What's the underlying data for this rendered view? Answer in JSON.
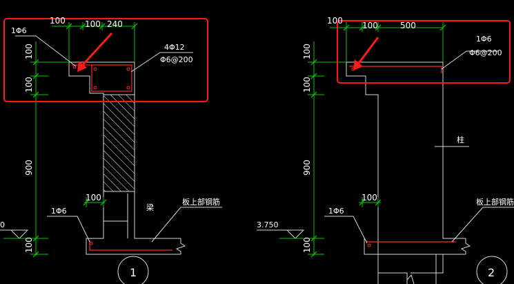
{
  "colors": {
    "background": "#000000",
    "outline": "#d9d9d9",
    "dimension": "#00cc00",
    "rebar": "#ff2a2a",
    "highlight_box": "#ff1a1a",
    "text": "#ffffff"
  },
  "left_detail": {
    "dims_top": {
      "d100a": "100",
      "d100b": "100",
      "d240": "240"
    },
    "dims_vertical": {
      "v100a": "100",
      "v100b": "100",
      "v900": "900",
      "v100c": "100"
    },
    "dim_bottom_100": "100",
    "rebar_top": "1Φ6",
    "rebar_right_1": "4Φ12",
    "rebar_right_2": "Φ6@200",
    "rebar_bottom": "1Φ6",
    "label_beam": "梁",
    "label_slab_top": "板上部钢筋",
    "elevation": "0",
    "section_number": "1"
  },
  "right_detail": {
    "dims_top": {
      "d100a": "100",
      "d100b": "100",
      "d500": "500"
    },
    "dims_vertical": {
      "v100a": "100",
      "v100b": "100",
      "v900": "900",
      "v100c": "100"
    },
    "dim_bottom_100": "100",
    "rebar_top_1": "1Φ6",
    "rebar_top_2": "Φ6@200",
    "rebar_bottom": "1Φ6",
    "label_column": "柱",
    "label_slab_top": "板上部钢筋",
    "elevation": "3.750",
    "section_number": "2"
  }
}
